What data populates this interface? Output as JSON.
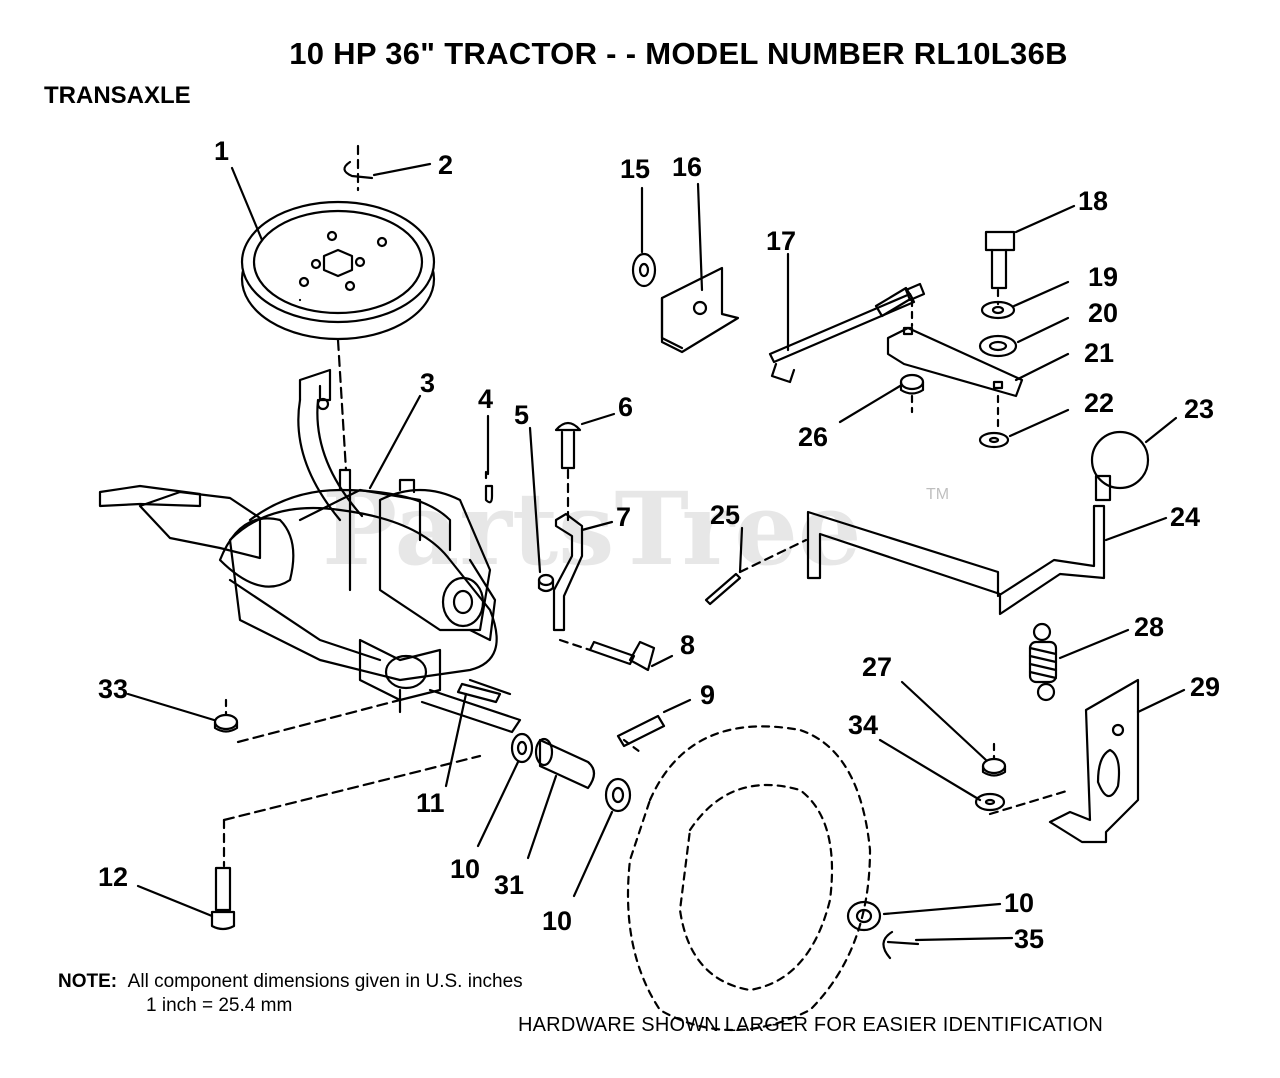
{
  "title": "10 HP 36\" TRACTOR - - MODEL NUMBER RL10L36B",
  "section": "TRANSAXLE",
  "note": {
    "label": "NOTE:",
    "line1": "All component dimensions given in U.S. inches",
    "line2": "1 inch = 25.4 mm"
  },
  "hardware_note": "HARDWARE SHOWN LARGER FOR EASIER IDENTIFICATION",
  "watermark": "PartsTree",
  "watermark_tm": "TM",
  "callouts": [
    {
      "id": "c1",
      "text": "1"
    },
    {
      "id": "c2",
      "text": "2"
    },
    {
      "id": "c3",
      "text": "3"
    },
    {
      "id": "c4",
      "text": "4"
    },
    {
      "id": "c5",
      "text": "5"
    },
    {
      "id": "c6",
      "text": "6"
    },
    {
      "id": "c7",
      "text": "7"
    },
    {
      "id": "c8",
      "text": "8"
    },
    {
      "id": "c9",
      "text": "9"
    },
    {
      "id": "c10a",
      "text": "10"
    },
    {
      "id": "c10b",
      "text": "10"
    },
    {
      "id": "c10c",
      "text": "10"
    },
    {
      "id": "c11",
      "text": "11"
    },
    {
      "id": "c12",
      "text": "12"
    },
    {
      "id": "c15",
      "text": "15"
    },
    {
      "id": "c16",
      "text": "16"
    },
    {
      "id": "c17",
      "text": "17"
    },
    {
      "id": "c18",
      "text": "18"
    },
    {
      "id": "c19",
      "text": "19"
    },
    {
      "id": "c20",
      "text": "20"
    },
    {
      "id": "c21",
      "text": "21"
    },
    {
      "id": "c22",
      "text": "22"
    },
    {
      "id": "c23",
      "text": "23"
    },
    {
      "id": "c24",
      "text": "24"
    },
    {
      "id": "c25",
      "text": "25"
    },
    {
      "id": "c26",
      "text": "26"
    },
    {
      "id": "c27",
      "text": "27"
    },
    {
      "id": "c28",
      "text": "28"
    },
    {
      "id": "c29",
      "text": "29"
    },
    {
      "id": "c31",
      "text": "31"
    },
    {
      "id": "c33",
      "text": "33"
    },
    {
      "id": "c34",
      "text": "34"
    },
    {
      "id": "c35",
      "text": "35"
    }
  ]
}
